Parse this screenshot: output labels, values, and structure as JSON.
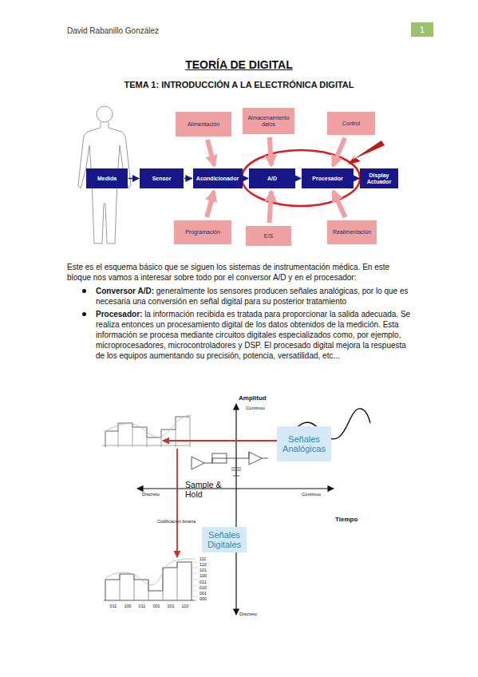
{
  "diagram": {
    "title": "TEORÍA DE DIGITAL",
    "nodes": [
      {
        "text": [
          "1"
        ]
      },
      {
        "text": [
          "Alimentación"
        ]
      },
      {
        "text": [
          "Almacenamiento datos"
        ]
      },
      {
        "text": [
          "Control"
        ]
      },
      {
        "text": [
          "Medida"
        ]
      },
      {
        "text": [
          "Sensor"
        ]
      },
      {
        "text": [
          "Acondicionador"
        ]
      },
      {
        "text": [
          "A/D"
        ]
      },
      {
        "text": [
          "Procesador"
        ]
      },
      {
        "text": [
          "Display Actuador"
        ]
      },
      {
        "text": [
          "Programación"
        ]
      },
      {
        "text": [
          "E/S"
        ]
      },
      {
        "text": [
          "Realimentación"
        ]
      },
      {
        "text": [
          "Señales Analógicas"
        ]
      },
      {
        "text": [
          "Señales Digitales"
        ]
      }
    ],
    "edges": [
      {
        "from": 4,
        "to": 5,
        "arrow": "to"
      },
      {
        "from": 5,
        "to": 6,
        "arrow": "to"
      },
      {
        "from": 6,
        "to": 7,
        "arrow": "to"
      },
      {
        "from": 7,
        "to": 8,
        "arrow": "to"
      },
      {
        "from": 8,
        "to": 9,
        "arrow": "to"
      },
      {
        "from": 1,
        "to": 6,
        "arrow": "to"
      },
      {
        "from": 2,
        "to": 7,
        "arrow": "to"
      },
      {
        "from": 3,
        "to": 8,
        "arrow": "to"
      },
      {
        "from": 10,
        "to": 6,
        "arrow": "to"
      },
      {
        "from": 11,
        "to": 7,
        "arrow": "to"
      },
      {
        "from": 12,
        "to": 8,
        "arrow": "to"
      }
    ],
    "labels": [
      "David Rabanillo González",
      "TEMA 1: INTRODUCCIÓN A LA ELECTRÓNICA DIGITAL",
      "Este es el esquema básico que se siguen los sistemas de instrumentación médica. En este bloque nos vamos a interesar sobre todo por el conversor A/D y en el procesador:",
      "Conversor A/D:",
      "generalmente los sensores producen señales analógicas, por lo que es necesaria una conversión en señal digital para su posterior tratamiento",
      "Procesador:",
      "la información recibida es tratada para proporcionar la salida adecuada. Se realiza entonces un procesamiento digital de los datos obtenidos de la medición. Esta información se procesa mediante circuitos digitales especializados como, por ejemplo, microprocesadores, microcontroladores y DSP. El procesado digital mejora la respuesta de los equipos aumentando su precisión, potencia, versatilidad, etc...",
      "Amplitud",
      "Continuo",
      "Sample & Hold",
      "Discreto",
      "Continuo",
      "Tiempo",
      "Codificación binaria",
      "111",
      "110",
      "101",
      "100",
      "011",
      "010",
      "001",
      "000",
      "011",
      "100",
      "011",
      "001",
      "101",
      "110",
      "Discreto"
    ]
  }
}
